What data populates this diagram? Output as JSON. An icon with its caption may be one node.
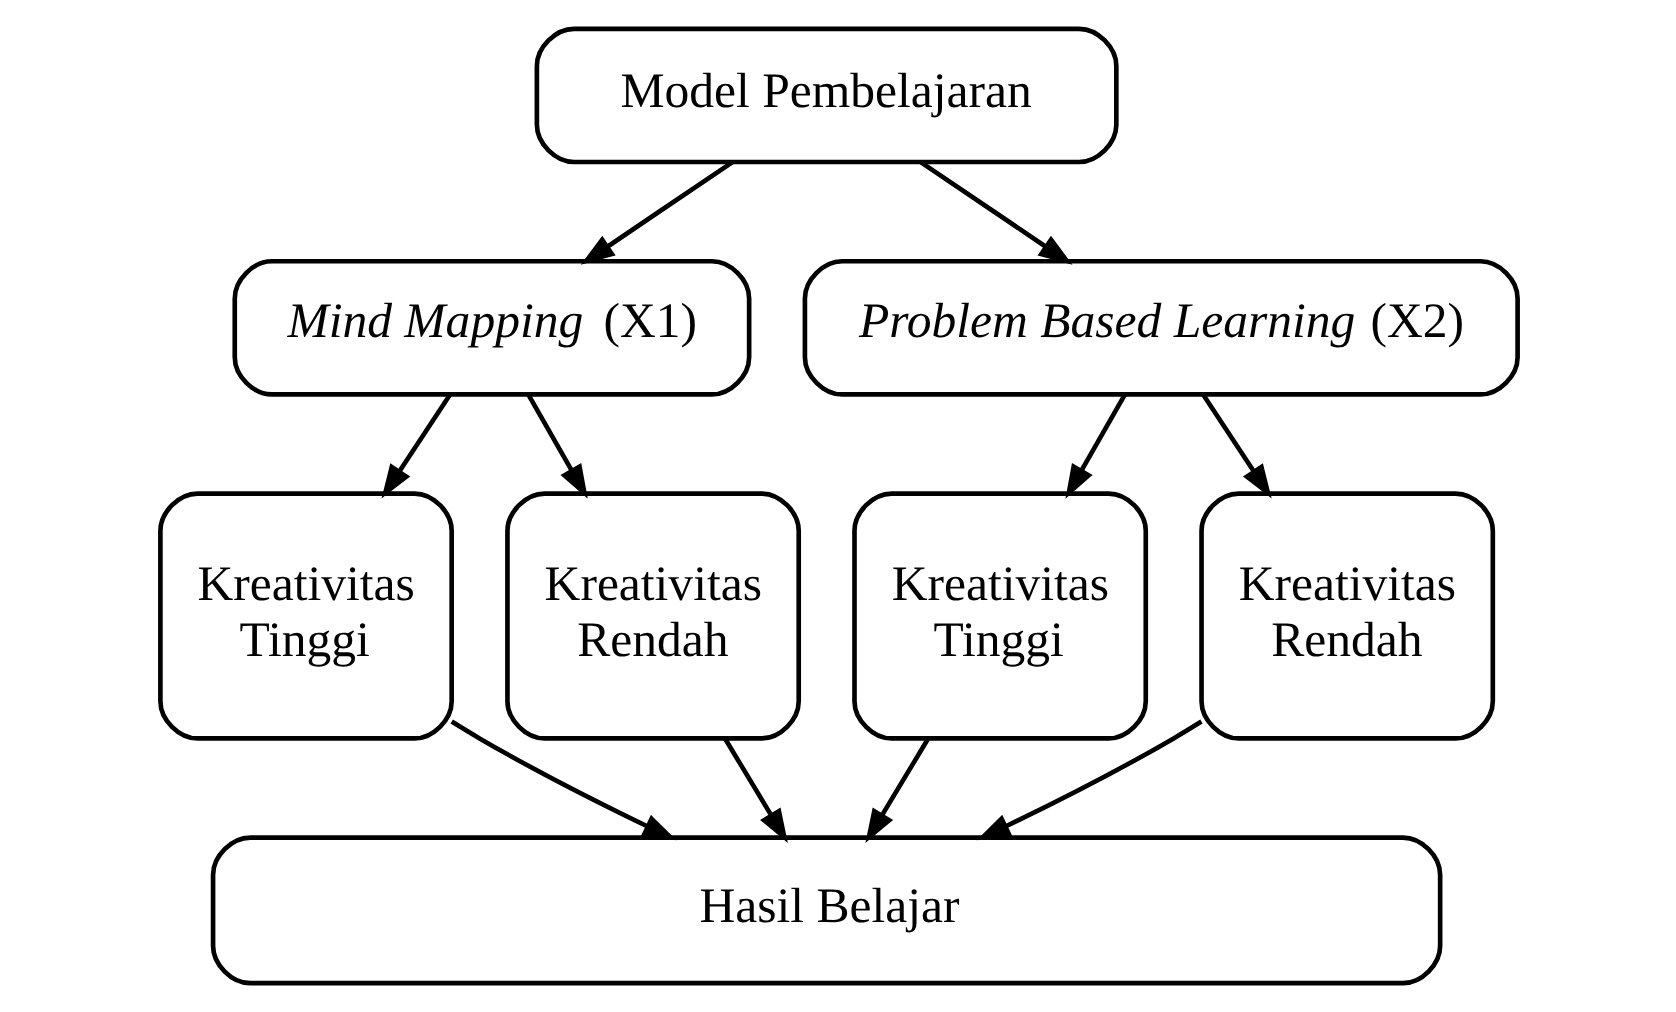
{
  "diagram": {
    "nodes": [
      {
        "text": [
          "Model Pembelajaran"
        ]
      },
      {
        "text": [
          "*Mind Mapping* (X1)"
        ]
      },
      {
        "text": [
          "*Problem Based Learning* (X2)"
        ]
      },
      {
        "text": [
          "Kreativitas Tinggi"
        ]
      },
      {
        "text": [
          "Kreativitas Rendah"
        ]
      },
      {
        "text": [
          "Kreativitas Tinggi"
        ]
      },
      {
        "text": [
          "Kreativitas Rendah"
        ]
      },
      {
        "text": [
          "Hasil Belajar"
        ]
      }
    ],
    "edges": [
      {
        "from": 0,
        "to": 1,
        "arrow": "to"
      },
      {
        "from": 0,
        "to": 2,
        "arrow": "to"
      },
      {
        "from": 1,
        "to": 3,
        "arrow": "to"
      },
      {
        "from": 1,
        "to": 4,
        "arrow": "to"
      },
      {
        "from": 2,
        "to": 5,
        "arrow": "to"
      },
      {
        "from": 2,
        "to": 6,
        "arrow": "to"
      },
      {
        "from": 3,
        "to": 7,
        "arrow": "to"
      },
      {
        "from": 4,
        "to": 7,
        "arrow": "to"
      },
      {
        "from": 5,
        "to": 7,
        "arrow": "to"
      },
      {
        "from": 6,
        "to": 7,
        "arrow": "to"
      }
    ]
  }
}
